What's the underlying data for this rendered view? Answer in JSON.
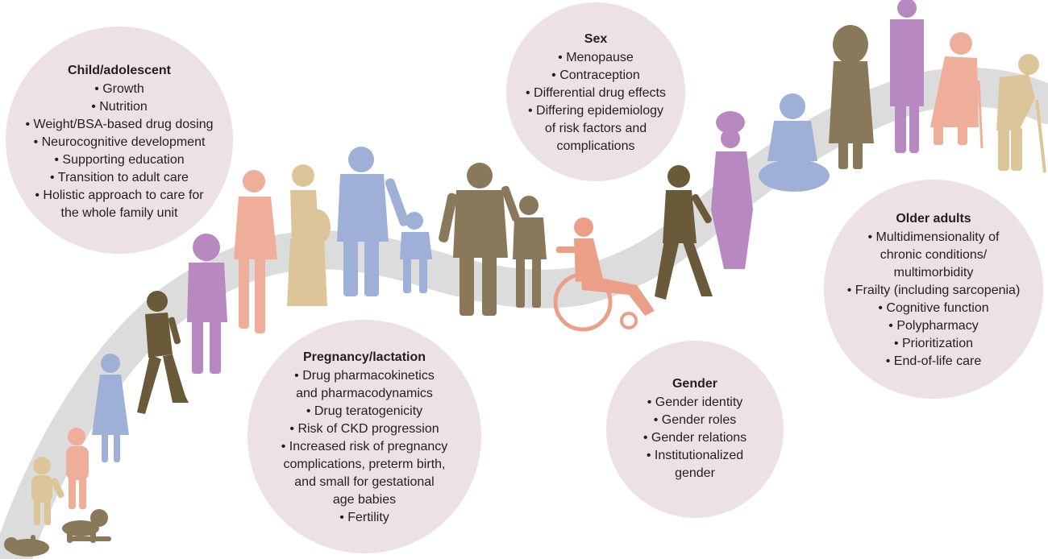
{
  "colors": {
    "bubble": "#ece1e6",
    "path": "#dcdcdd",
    "olive": "#8a785b",
    "dark_brown": "#6a5a3a",
    "purple": "#b888c0",
    "salmon": "#eeae9a",
    "tan": "#ddc59a",
    "blue": "#9fb0d8",
    "coral": "#eb9f87"
  },
  "bubbles": {
    "child": {
      "title": "Child/adolescent",
      "items": [
        "• Growth",
        "• Nutrition",
        "• Weight/BSA-based drug dosing",
        "• Neurocognitive development",
        "• Supporting education",
        "• Transition to adult care",
        "• Holistic approach to care for\nthe whole family unit"
      ]
    },
    "sex": {
      "title": "Sex",
      "items": [
        "• Menopause",
        "• Contraception",
        "• Differential drug effects",
        "• Differing epidemiology\nof risk factors and\ncomplications"
      ]
    },
    "pregnancy": {
      "title": "Pregnancy/lactation",
      "items": [
        "• Drug pharmacokinetics\nand pharmacodynamics",
        "• Drug teratogenicity",
        "• Risk of CKD progression",
        "• Increased risk of pregnancy\ncomplications, preterm birth,\nand small for gestational\nage babies",
        "• Fertility"
      ]
    },
    "gender": {
      "title": "Gender",
      "items": [
        "• Gender identity",
        "• Gender roles",
        "• Gender relations",
        "• Institutionalized\ngender"
      ]
    },
    "older": {
      "title": "Older adults",
      "items": [
        "• Multidimensionality of\nchronic conditions/\nmultimorbidity",
        "• Frailty (including sarcopenia)",
        "• Cognitive function",
        "• Polypharmacy",
        "• Prioritization",
        "• End-of-life care"
      ]
    }
  },
  "figures": [
    {
      "name": "infant-lying-figure",
      "color": "olive"
    },
    {
      "name": "crawling-baby-figure",
      "color": "olive"
    },
    {
      "name": "toddler-figure",
      "color": "tan"
    },
    {
      "name": "small-child-figure",
      "color": "salmon"
    },
    {
      "name": "child-girl-figure",
      "color": "blue"
    },
    {
      "name": "running-child-figure",
      "color": "dark_brown"
    },
    {
      "name": "adolescent-figure",
      "color": "purple"
    },
    {
      "name": "young-woman-figure",
      "color": "salmon"
    },
    {
      "name": "pregnant-woman-figure",
      "color": "tan"
    },
    {
      "name": "adult-man-figure",
      "color": "blue"
    },
    {
      "name": "child-holding-hand-figure",
      "color": "blue"
    },
    {
      "name": "man-with-child-figure",
      "color": "olive"
    },
    {
      "name": "boy-figure",
      "color": "olive"
    },
    {
      "name": "wheelchair-user-figure",
      "color": "coral"
    },
    {
      "name": "walking-man-figure",
      "color": "dark_brown"
    },
    {
      "name": "woman-headwrap-figure",
      "color": "purple"
    },
    {
      "name": "seated-person-figure",
      "color": "blue"
    },
    {
      "name": "woman-standing-figure",
      "color": "olive"
    },
    {
      "name": "tall-person-figure",
      "color": "purple"
    },
    {
      "name": "elderly-woman-cane-figure",
      "color": "salmon"
    },
    {
      "name": "elderly-man-cane-figure",
      "color": "tan"
    }
  ]
}
